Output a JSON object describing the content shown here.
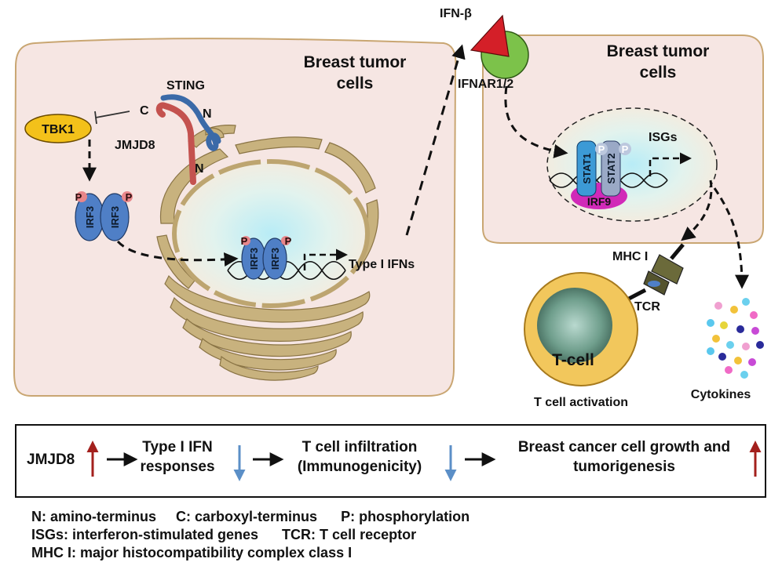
{
  "left_cell": {
    "title_line1": "Breast tumor",
    "title_line2": "cells",
    "tbk1": "TBK1",
    "sting": "STING",
    "c_term": "C",
    "n_term_sting": "N",
    "jmjd8": "JMJD8",
    "n_term_jmjd8": "N",
    "irf3": "IRF3",
    "p": "P",
    "type_i_ifns": "Type I IFNs"
  },
  "right_cell": {
    "title_line1": "Breast tumor",
    "title_line2": "cells",
    "ifn_beta": "IFN-β",
    "ifnar": "IFNAR1/2",
    "stat1": "STAT1",
    "stat2": "STAT2",
    "irf9": "IRF9",
    "isgs": "ISGs",
    "p": "P",
    "mhc_i": "MHC I",
    "tcr": "TCR",
    "t_cell": "T-cell",
    "t_cell_activation": "T cell activation",
    "cytokines": "Cytokines"
  },
  "pathway": {
    "jmjd8": "JMJD8",
    "step1_line1": "Type I IFN",
    "step1_line2": "responses",
    "step2_line1": "T cell infiltration",
    "step2_line2": "(Immunogenicity)",
    "step3_line1": "Breast cancer cell growth and",
    "step3_line2": "tumorigenesis",
    "arrow_up_color": "#a3201d",
    "arrow_down_color": "#5b8fc7"
  },
  "legend": {
    "line1": "N: amino-terminus     C: carboxyl-terminus      P: phosphorylation",
    "line2": "ISGs: interferon-stimulated genes      TCR: T cell receptor",
    "line3": "MHC I: major histocompatibility complex class I"
  },
  "colors": {
    "cell_fill": "#f6e6e3",
    "cell_border": "#c9a672",
    "er_gold": "#bda570",
    "nucleus_glow": "#cdeef5",
    "irf3_blue": "#4f7fc6",
    "tbk1_yellow": "#f3c11a",
    "sting_blue": "#3b6aa8",
    "jmjd8_red": "#c4524f",
    "phospho_pink": "#e8868a",
    "stat1_blue": "#3c9ad6",
    "stat2_gray": "#9aa9c6",
    "irf9_magenta": "#d12ab8",
    "ifnb_red": "#d41f28",
    "ifnar_green": "#7cc24a",
    "tcell_orange": "#f2c75c"
  }
}
